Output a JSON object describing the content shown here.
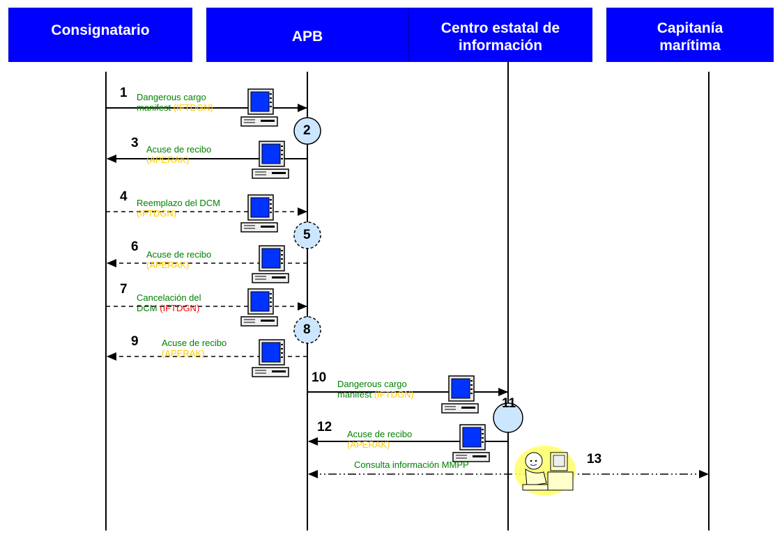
{
  "actors": [
    {
      "name": "Consignatario"
    },
    {
      "name": "APB"
    },
    {
      "name": "Centro estatal de información"
    },
    {
      "name": "Capitanía marítima"
    }
  ],
  "messages": [
    {
      "num": "1",
      "text": "Dangerous cargo manifest",
      "code": "(IFTDGN)",
      "style": "solid"
    },
    {
      "num": "2"
    },
    {
      "num": "3",
      "text": "Acuse de recibo",
      "code": "(APERAK)",
      "style": "solid"
    },
    {
      "num": "4",
      "text": "Reemplazo del DCM",
      "code": "(IFTDGN)",
      "style": "dashed"
    },
    {
      "num": "5"
    },
    {
      "num": "6",
      "text": "Acuse de recibo",
      "code": "(APERAK)",
      "style": "dashed"
    },
    {
      "num": "7",
      "text": "Cancelación del DCM",
      "code": "(IFTDGN)",
      "style": "dashed"
    },
    {
      "num": "8"
    },
    {
      "num": "9",
      "text": "Acuse de recibo",
      "code": "(APERAK)",
      "style": "dashed"
    },
    {
      "num": "10",
      "text": "Dangerous cargo manifest",
      "code": "(IFTDGN)",
      "style": "solid"
    },
    {
      "num": "11"
    },
    {
      "num": "12",
      "text": "Acuse de recibo",
      "code": "(APERAK)",
      "style": "solid"
    },
    {
      "num": "13",
      "text": "Consulta información MMPP",
      "style": "dash-dot"
    }
  ],
  "colors": {
    "actor_box": "#0000ff",
    "actor_text": "#ffffff",
    "label_text": "#008000",
    "code_text": "#ffcc00",
    "cancel_code_text": "#ff0000",
    "process_circle": "#cce6ff"
  },
  "icons": [
    "computer-terminal-icon",
    "person-at-computer-icon"
  ]
}
